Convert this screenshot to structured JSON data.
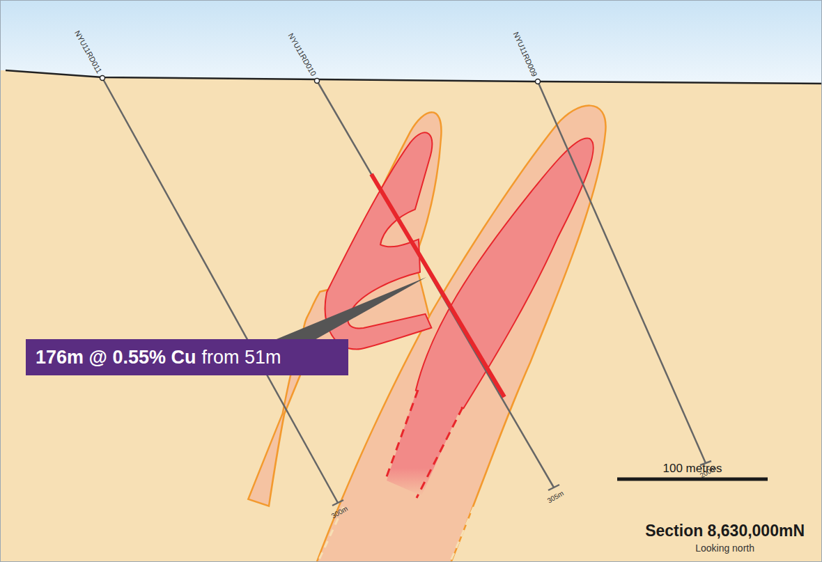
{
  "diagram": {
    "nodes": [
      {
        "text": [
          "176m @ 0.55% Cu",
          "from 51m"
        ]
      }
    ],
    "labels": [
      "NYU11RD011",
      "NYU11RD010",
      "NYU11RD009",
      "300m",
      "305m",
      "200m",
      "100 metres",
      "Section 8,630,000mN",
      "Looking north"
    ]
  }
}
